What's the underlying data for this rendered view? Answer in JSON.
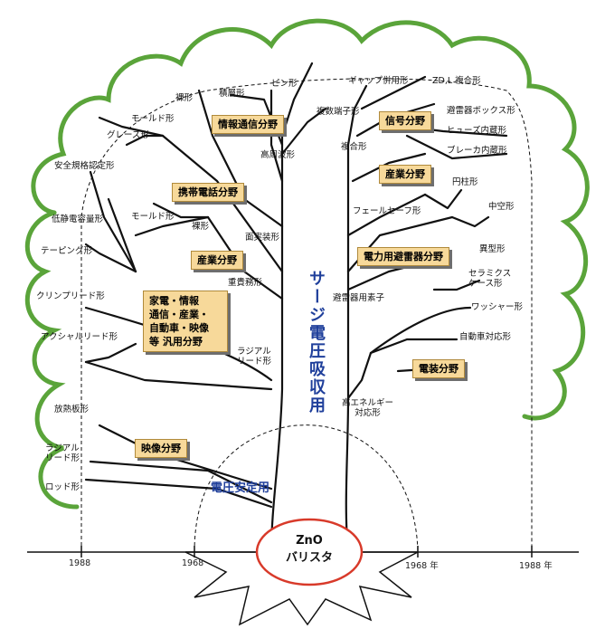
{
  "categories": {
    "info_comm": "情報通信分野",
    "mobile": "携帯電話分野",
    "industry_left": "産業分野",
    "general": "家電・情報\n通信・産業・\n自動車・映像\n等 汎用分野",
    "video": "映像分野",
    "signal": "信号分野",
    "industry_right": "産業分野",
    "arrester": "電力用避雷器分野",
    "electrical": "電装分野"
  },
  "left_labels": {
    "safety": "安全規格認定形",
    "low_cap": "低静電容量形",
    "taping": "テーピング形",
    "clinch": "クリンプリード形",
    "axial": "アクシャルリード形",
    "heatsink": "放熱板形",
    "radial_left": "ラジアル\nリード形",
    "rod": "ロッド形",
    "glaze": "グレーズ形",
    "mold1": "モールド形",
    "bare1": "裸形",
    "layered": "積層形",
    "pin": "ピン形",
    "multi_terminal": "複数端子形",
    "high_freq": "高周波形",
    "mold2": "モールド形",
    "bare2": "裸形",
    "smd": "面実装形",
    "precious_metal": "重貴務形",
    "radial_center": "ラジアル\nリード形"
  },
  "right_labels": {
    "gap": "ギャップ併用形",
    "zd": "ZD,L 複合形",
    "arrester_box": "避雷器ボックス形",
    "fuse": "ヒューズ内蔵形",
    "breaker": "ブレーカ内蔵形",
    "composite": "複合形",
    "cylinder": "円柱形",
    "hollow": "中空形",
    "failsafe": "フェールセーフ形",
    "odd": "異型形",
    "ceramic": "セラミクス\nケース形",
    "arrester_element": "避雷器用素子",
    "washer": "ワッシャー形",
    "auto": "自動車対応形",
    "high_energy": "高エネルギー\n対応形"
  },
  "center": {
    "surge": "サージ電圧吸収用",
    "stabilize": "電圧安定用",
    "zno_line1": "ZnO",
    "zno_line2": "バリスタ"
  },
  "axis": {
    "tick_left_outer": "1988",
    "tick_left_inner": "1968",
    "tick_right_inner": "1968 年",
    "tick_right_outer": "1988 年"
  },
  "colors": {
    "canopy": "#5aa43a",
    "box_fill": "#f7d99a",
    "blue_text": "#1f3f9b",
    "oval": "#d83a2a"
  }
}
